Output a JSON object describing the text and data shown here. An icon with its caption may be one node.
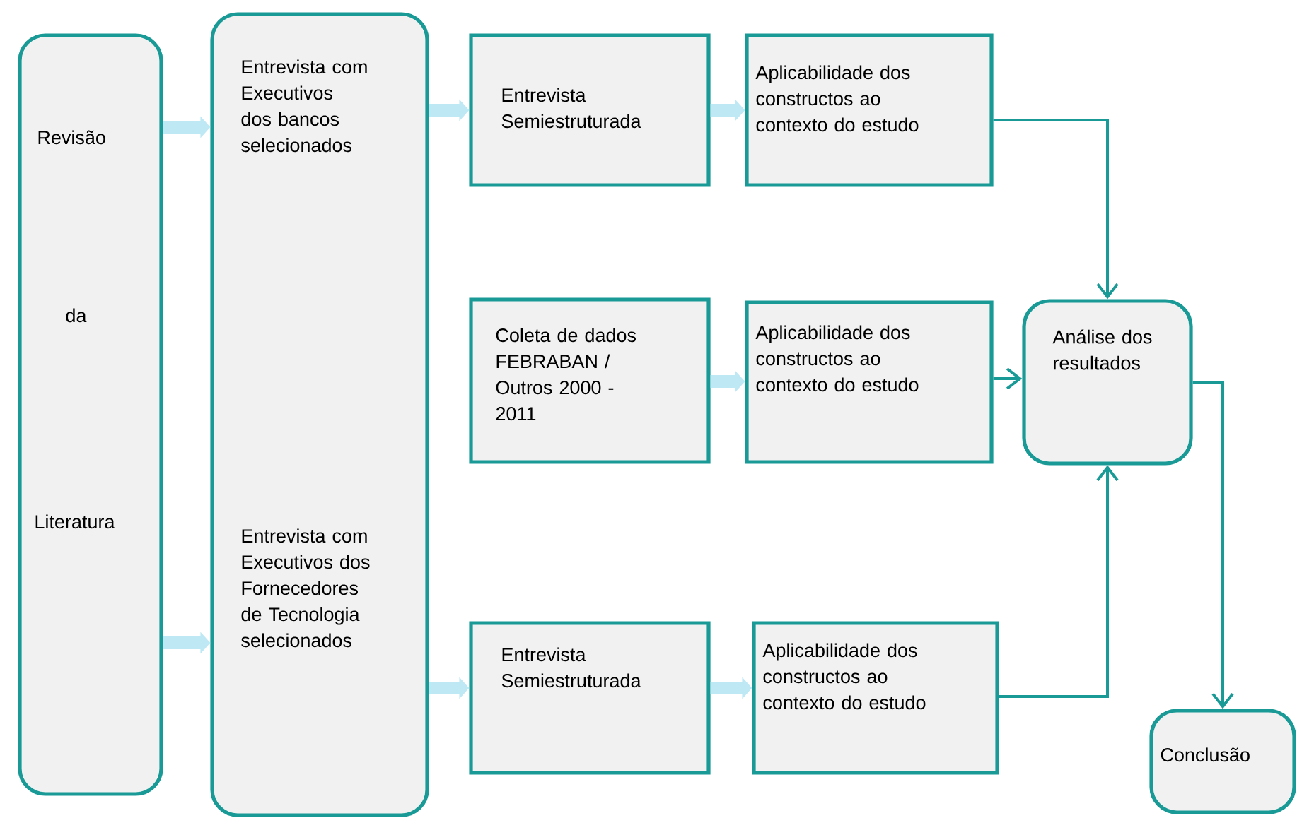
{
  "diagram": {
    "nodes": [
      {
        "text": [
          "Revisão",
          "da",
          "Literatura"
        ]
      },
      {
        "text": [
          "Entrevista com Executivos dos bancos selecionados",
          "Entrevista com Executivos dos Fornecedores de Tecnologia selecionados"
        ]
      },
      {
        "text": [
          "Entrevista Semiestruturada"
        ]
      },
      {
        "text": [
          "Aplicabilidade dos constructos ao contexto do estudo"
        ]
      },
      {
        "text": [
          "Coleta de dados FEBRABAN / Outros 2000 - 2011"
        ]
      },
      {
        "text": [
          "Aplicabilidade dos constructos ao contexto do estudo"
        ]
      },
      {
        "text": [
          "Análise dos resultados"
        ]
      },
      {
        "text": [
          "Entrevista Semiestruturada"
        ]
      },
      {
        "text": [
          "Aplicabilidade dos constructos ao contexto do estudo"
        ]
      },
      {
        "text": [
          "Conclusão"
        ]
      }
    ],
    "edges": [
      {
        "from": 0,
        "to": 1,
        "arrow": "to"
      },
      {
        "from": 0,
        "to": 1,
        "arrow": "to"
      },
      {
        "from": 1,
        "to": 2,
        "arrow": "to"
      },
      {
        "from": 2,
        "to": 3,
        "arrow": "to"
      },
      {
        "from": 4,
        "to": 5,
        "arrow": "to"
      },
      {
        "from": 1,
        "to": 7,
        "arrow": "to"
      },
      {
        "from": 7,
        "to": 8,
        "arrow": "to"
      },
      {
        "from": 3,
        "to": 6,
        "arrow": "to",
        "color": "#1a9a96"
      },
      {
        "from": 5,
        "to": 6,
        "arrow": "to",
        "color": "#1a9a96"
      },
      {
        "from": 8,
        "to": 6,
        "arrow": "to",
        "color": "#1a9a96"
      },
      {
        "from": 6,
        "to": 9,
        "arrow": "to",
        "color": "#1a9a96"
      }
    ]
  }
}
